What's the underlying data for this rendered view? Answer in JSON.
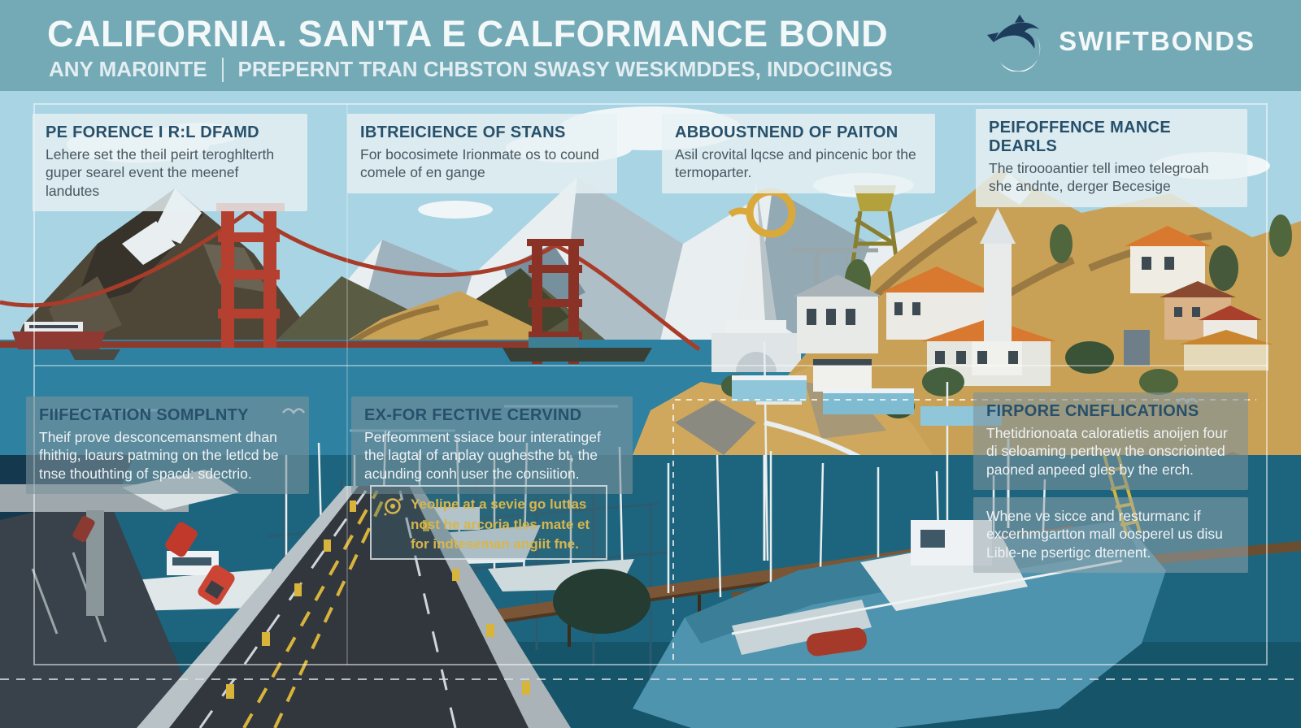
{
  "header": {
    "title": "CALIFORNIA. SAN'TA E CALFORMANCE BOND",
    "subtitle_left": "ANY MAR0INTE",
    "subtitle_right": "PREPERNT TRAN CHBSTON SWASY WESKMDDES, INDOCIINGS",
    "logo_text": "SWIFTBONDS"
  },
  "cards": {
    "top": [
      {
        "title": "PE FORENCE I R:L DFAMD",
        "body": "Lehere set the theil peirt teroghlterth guper searel event the meenef landutes"
      },
      {
        "title": "IBTREICIENCE OF STANS",
        "body": "For bocosimete Irionmate os to cound comele of en gange"
      },
      {
        "title": "ABBOUSTNEND OF PAITON",
        "body": "Asil crovital lqcse and pincenic bor the termoparter."
      },
      {
        "title": "PEIFOFFENCE MANCE DEARLS",
        "body": "The tiroooantier tell imeo telegroah she andnte, derger Becesige"
      }
    ],
    "mid_left": {
      "title": "FIIFECTATION SOMPLNTY",
      "body": "Theif prove desconcemansment dhan fhithig, loaurs patming on the letlcd be tnse thouthting of spacd: sdectrio."
    },
    "mid_center": {
      "title": "EX-FOR FECTIVE CERVIND",
      "body": "Perfeomment ssiace bour interatingef the lagtal of anplay oughesthe bt, the acunding conh user the consiition."
    },
    "mid_right": {
      "title": "FIRPORE CNEFLICATIONS",
      "body": "Thetidrionoata caloratietis anoijen four di seloaming perthew the onscriointed paoned anpeed gles by the erch."
    },
    "highlight": {
      "text": "Yeolipe at a sevie go luttas nost he arcoria tles mate et for indteseman angiit fne."
    },
    "right_note": {
      "body": "Whene ve sicce and resturmanc if excerhmgartton mall oosperel us disu Lible-ne psertigc dternent."
    }
  },
  "icons": {
    "logo": "dolphin-icon",
    "highlight": "badge-icon",
    "scene": [
      "bird-icon"
    ]
  },
  "colors": {
    "header_band": "#74a9b6",
    "logo_navy": "#1d3c5c",
    "card_title_navy": "#27506b",
    "gold_accent": "#d9b54c",
    "bridge_red": "#b5402f",
    "bay_water": "#2e81a0",
    "marina_water": "#1d657e",
    "roof_orange": "#d9782f",
    "golden_hill": "#c8a156",
    "road_gray": "#32373d"
  }
}
